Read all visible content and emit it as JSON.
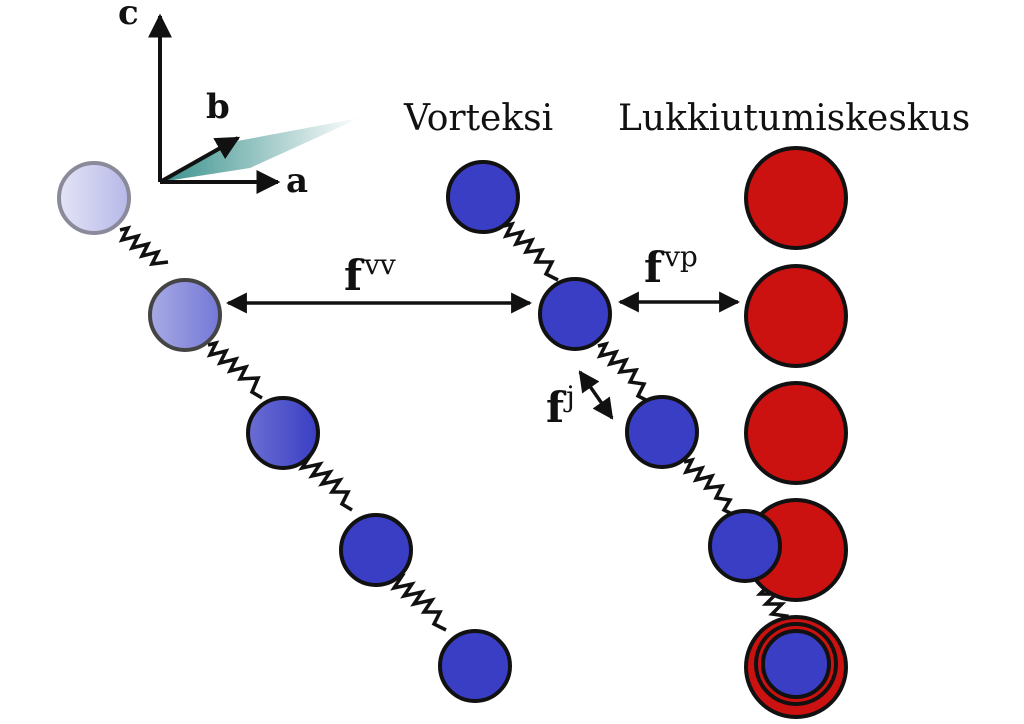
{
  "axes": {
    "c": "c",
    "b": "b",
    "a": "a"
  },
  "labels": {
    "vortex": "Vorteksi",
    "pinning_center": "Lukkiutumiskeskus"
  },
  "forces": {
    "vortex_vortex": {
      "base": "f",
      "sup": "vv"
    },
    "vortex_pinning": {
      "base": "f",
      "sup": "vp"
    },
    "junction": {
      "base": "f",
      "sup": "j"
    }
  },
  "colors": {
    "vortex": "#3a3ec4",
    "pinning_center": "#cc1111",
    "plane_line": "#000000",
    "spring": "#111111"
  }
}
